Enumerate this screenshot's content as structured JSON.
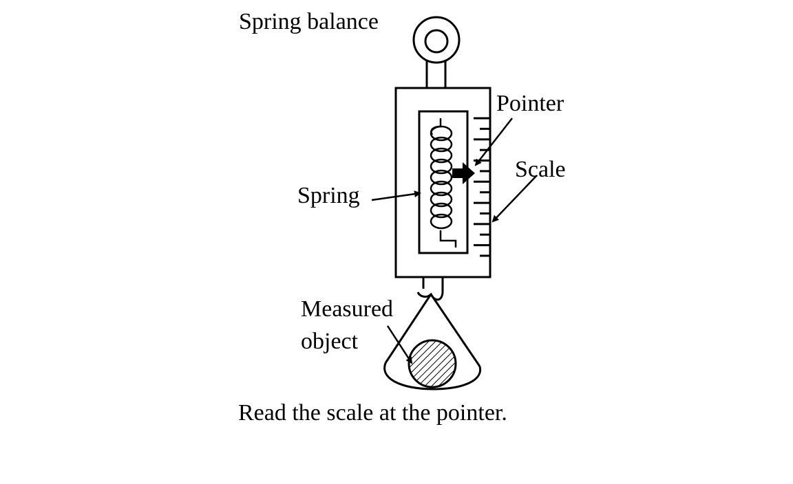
{
  "labels": {
    "title": "Spring balance",
    "pointer": "Pointer",
    "scale": "Scale",
    "spring": "Spring",
    "measured_line1": "Measured",
    "measured_line2": "object",
    "caption": "Read the scale at the pointer."
  },
  "colors": {
    "ink": "#000000",
    "background": "#ffffff"
  },
  "scale_ticks": {
    "count": 14,
    "long_every": 2
  }
}
